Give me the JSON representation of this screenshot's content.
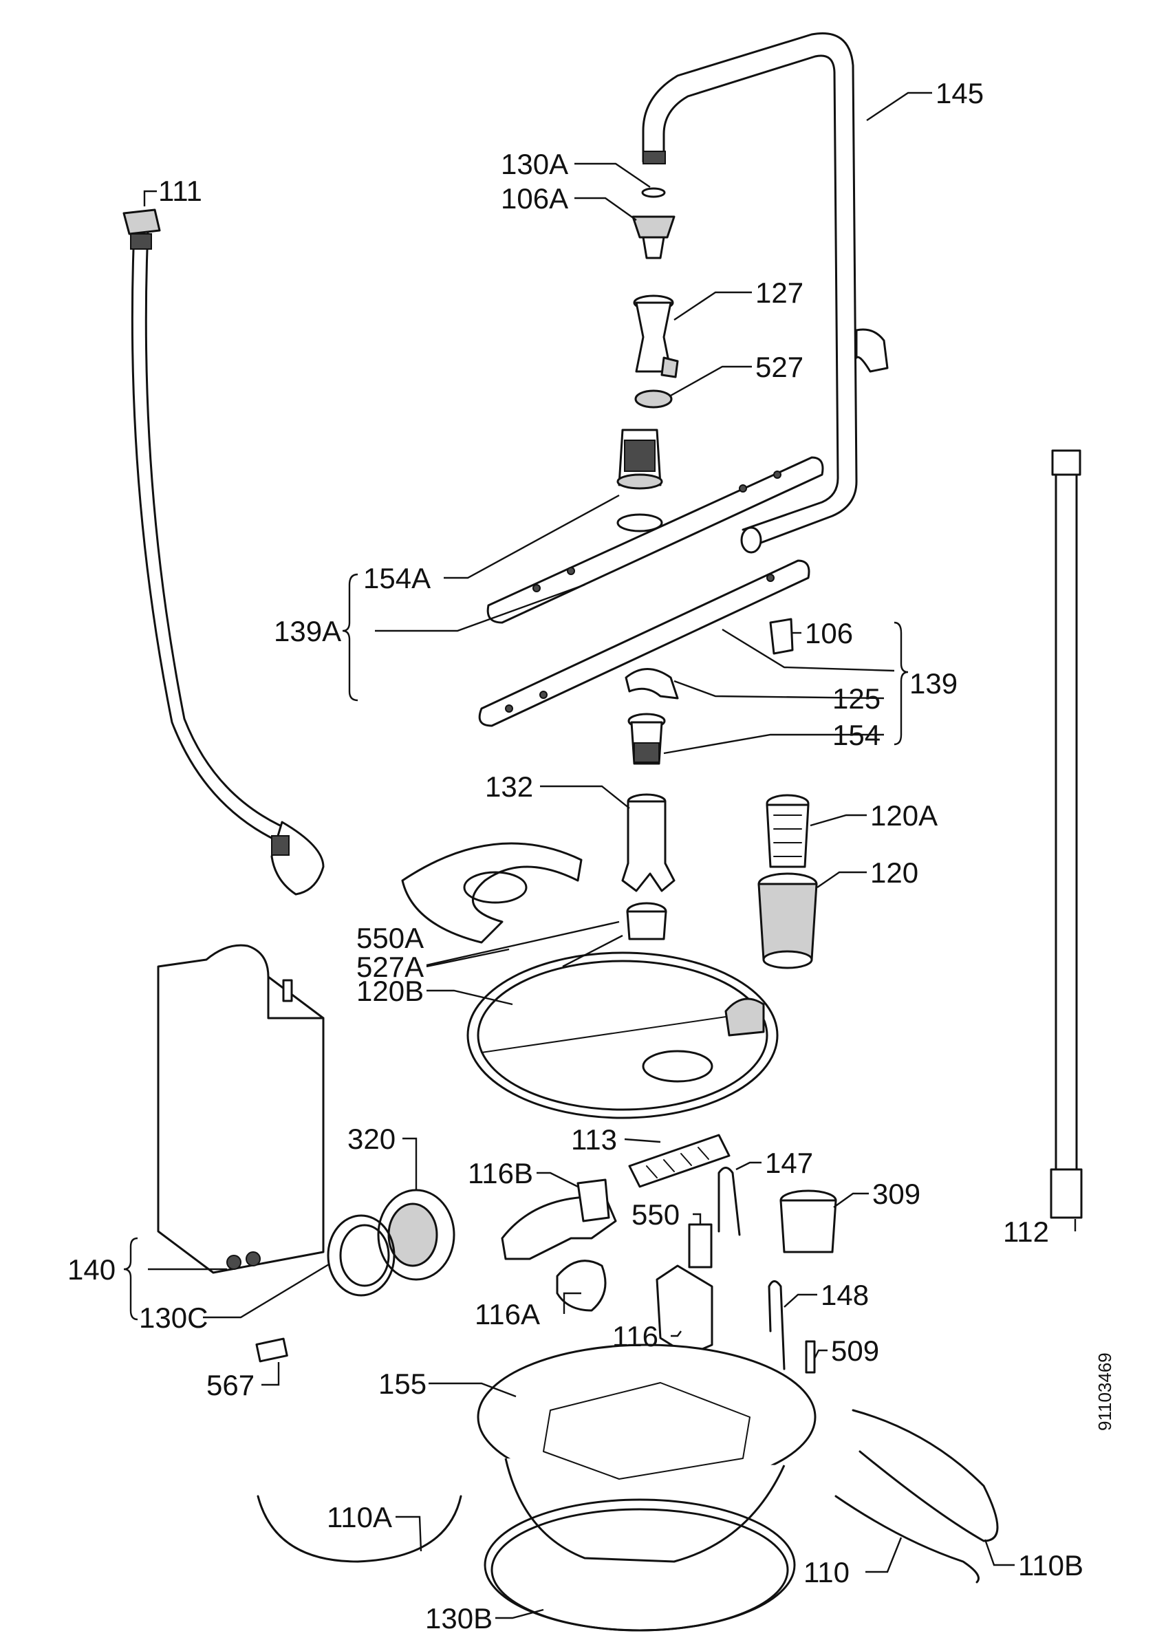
{
  "labels": {
    "l145": "145",
    "l130A": "130A",
    "l106A": "106A",
    "l111": "111",
    "l127": "127",
    "l527": "527",
    "l154A": "154A",
    "l139A": "139A",
    "l106": "106",
    "l139": "139",
    "l125": "125",
    "l154": "154",
    "l112": "112",
    "l132": "132",
    "l120A": "120A",
    "l120": "120",
    "l550A": "550A",
    "l527A": "527A",
    "l120B": "120B",
    "l113": "113",
    "l320": "320",
    "l116B": "116B",
    "l147": "147",
    "l309": "309",
    "l550": "550",
    "l140": "140",
    "l130C": "130C",
    "l148": "148",
    "l116A": "116A",
    "l116": "116",
    "l509": "509",
    "l567": "567",
    "l155": "155",
    "l110A": "110A",
    "l110": "110",
    "l110B": "110B",
    "l130B": "130B"
  },
  "drawing_code": "91103469"
}
